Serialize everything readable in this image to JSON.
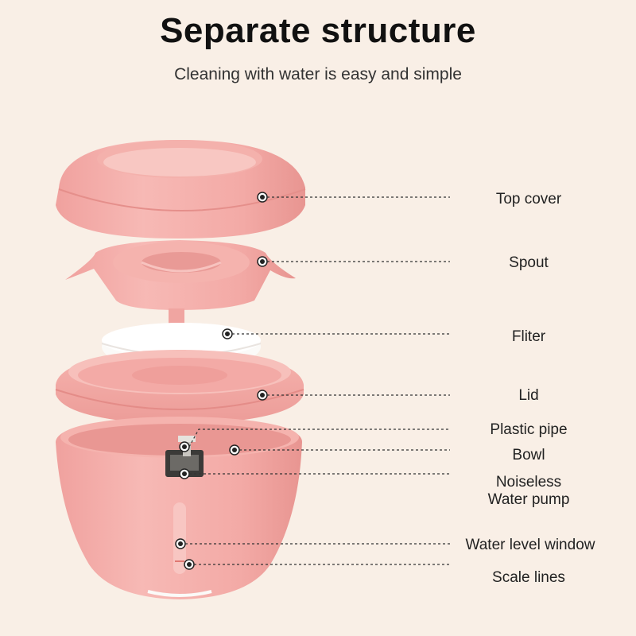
{
  "header": {
    "title": "Separate structure",
    "subtitle": "Cleaning with water is easy and simple"
  },
  "parts": [
    {
      "label": "Top cover"
    },
    {
      "label": "Spout"
    },
    {
      "label": "Fliter"
    },
    {
      "label": "Lid"
    },
    {
      "label": "Plastic pipe"
    },
    {
      "label": "Bowl"
    },
    {
      "label": "Noiseless",
      "label2": "Water pump"
    },
    {
      "label": "Water level window"
    },
    {
      "label": "Scale lines"
    }
  ],
  "colors": {
    "background": "#f9efe6",
    "product_pink": "#f2a9a6",
    "leader_line": "#333333"
  }
}
